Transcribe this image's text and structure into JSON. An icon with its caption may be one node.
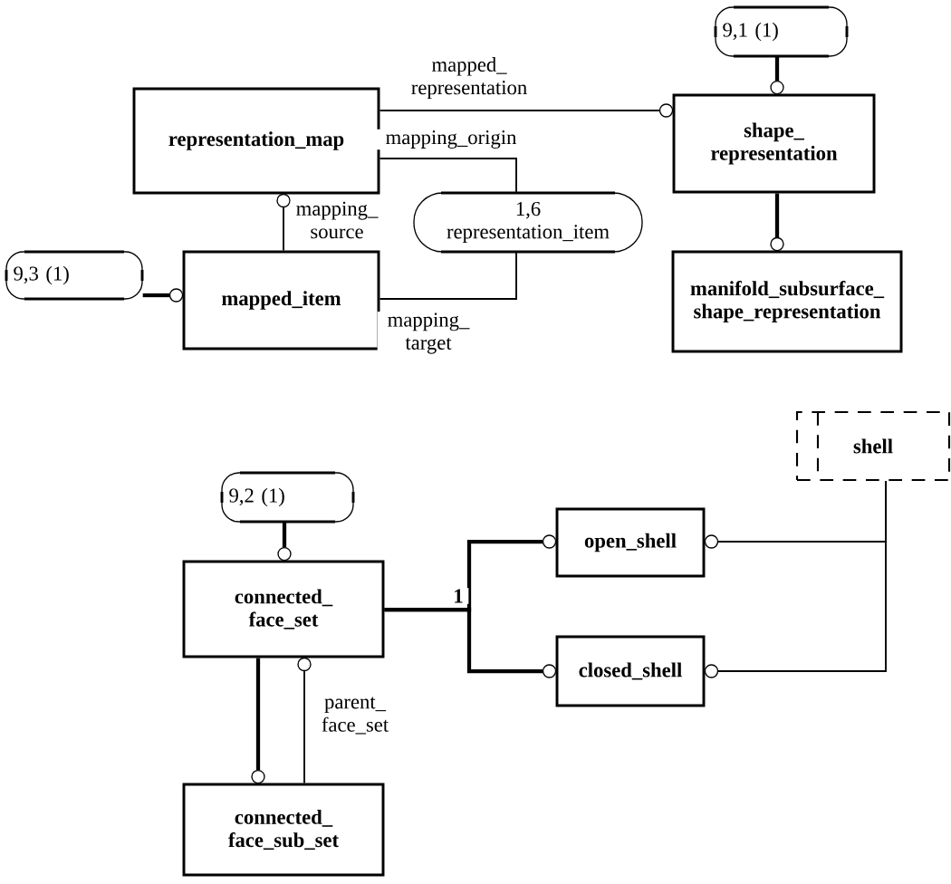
{
  "diagram": {
    "nodes": [
      {
        "text": [
          "representation_map"
        ]
      },
      {
        "text": [
          "shape_ representation"
        ]
      },
      {
        "text": [
          "mapped_item"
        ]
      },
      {
        "text": [
          "manifold_subsurface_ shape_representation"
        ]
      },
      {
        "text": [
          "1,6 representation_item"
        ]
      },
      {
        "text": [
          "9,1 (1)"
        ]
      },
      {
        "text": [
          "9,3 (1)"
        ]
      },
      {
        "text": [
          "shell"
        ]
      },
      {
        "text": [
          "9,2 (1)"
        ]
      },
      {
        "text": [
          "connected_ face_set"
        ]
      },
      {
        "text": [
          "open_shell"
        ]
      },
      {
        "text": [
          "closed_shell"
        ]
      },
      {
        "text": [
          "connected_ face_sub_set"
        ]
      }
    ],
    "edges": [
      {
        "from": 0,
        "to": 1,
        "arrow": "other",
        "label": "mapped_ representation"
      },
      {
        "from": 0,
        "to": 4,
        "arrow": "none",
        "label": "mapping_origin"
      },
      {
        "from": 2,
        "to": 0,
        "arrow": "other",
        "label": "mapping_ source"
      },
      {
        "from": 2,
        "to": 4,
        "arrow": "none",
        "label": "mapping_ target"
      },
      {
        "from": 5,
        "to": 1,
        "arrow": "other",
        "style": "thick"
      },
      {
        "from": 1,
        "to": 3,
        "arrow": "other",
        "style": "thick"
      },
      {
        "from": 6,
        "to": 2,
        "arrow": "other",
        "style": "thick"
      },
      {
        "from": 8,
        "to": 9,
        "arrow": "other",
        "style": "thick"
      },
      {
        "from": 9,
        "to": 10,
        "arrow": "other",
        "style": "thick",
        "label": "1"
      },
      {
        "from": 9,
        "to": 11,
        "arrow": "other",
        "style": "thick"
      },
      {
        "from": 7,
        "to": 10,
        "arrow": "other"
      },
      {
        "from": 7,
        "to": 11,
        "arrow": "other"
      },
      {
        "from": 9,
        "to": 12,
        "arrow": "other",
        "style": "thick"
      },
      {
        "from": 12,
        "to": 9,
        "arrow": "other",
        "label": "parent_ face_set"
      }
    ]
  }
}
